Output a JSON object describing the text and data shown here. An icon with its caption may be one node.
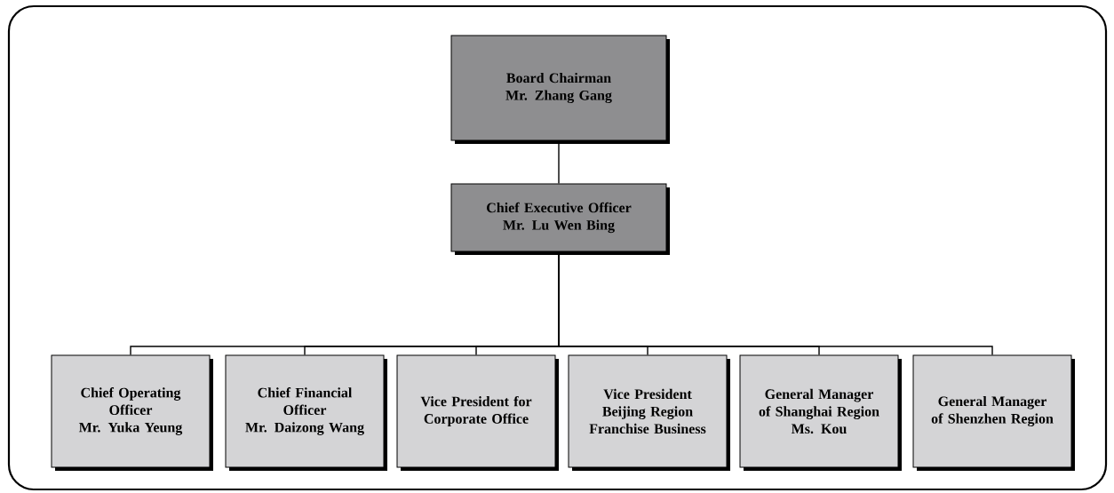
{
  "diagram": {
    "nodes": [
      {
        "text": [
          "Board Chairman",
          "Mr. Zhang Gang"
        ]
      },
      {
        "text": [
          "Chief Executive Officer",
          "Mr. Lu Wen Bing"
        ]
      },
      {
        "text": [
          "Chief Operating Officer",
          "Mr. Yuka Yeung"
        ]
      },
      {
        "text": [
          "Chief Financial Officer",
          "Mr. Daizong Wang"
        ]
      },
      {
        "text": [
          "Vice President for Corporate Office"
        ]
      },
      {
        "text": [
          "Vice President Beijing Region Franchise Business"
        ]
      },
      {
        "text": [
          "General Manager of Shanghai Region",
          "Ms. Kou"
        ]
      },
      {
        "text": [
          "General Manager of Shenzhen Region"
        ]
      }
    ],
    "edges": [
      {
        "from": 0,
        "to": 1,
        "arrow": "none"
      },
      {
        "from": 1,
        "to": 2,
        "arrow": "none"
      },
      {
        "from": 1,
        "to": 3,
        "arrow": "none"
      },
      {
        "from": 1,
        "to": 4,
        "arrow": "none"
      },
      {
        "from": 1,
        "to": 5,
        "arrow": "none"
      },
      {
        "from": 1,
        "to": 6,
        "arrow": "none"
      },
      {
        "from": 1,
        "to": 7,
        "arrow": "none"
      }
    ]
  }
}
